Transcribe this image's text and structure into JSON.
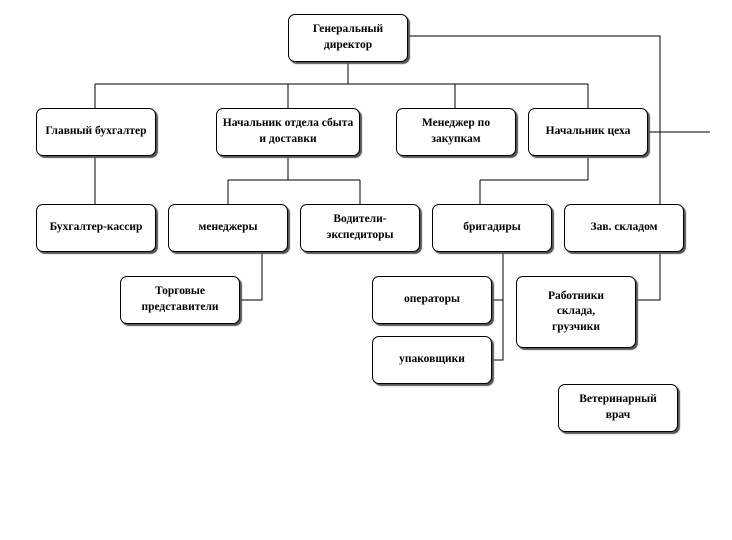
{
  "diagram": {
    "nodes": {
      "ceo": "Генеральный директор",
      "chief_accountant": "Главный бухгалтер",
      "head_sales": "Начальник отдела сбыта и доставки",
      "purchasing_manager": "Менеджер по закупкам",
      "shop_head": "Начальник цеха",
      "cashier_accountant": "Бухгалтер-кассир",
      "managers": "менеджеры",
      "drivers": "Водители-экспедиторы",
      "foremen": "бригадиры",
      "warehouse_head": "Зав. складом",
      "sales_reps": "Торговые представители",
      "operators": "операторы",
      "packers": "упаковщики",
      "warehouse_workers": "Работники склада, грузчики",
      "vet": "Ветеринарный врач"
    }
  }
}
